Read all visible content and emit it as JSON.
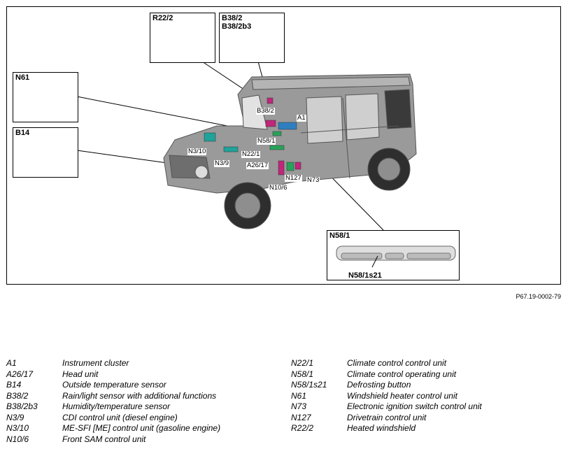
{
  "diagram": {
    "insets": {
      "r22_2": "R22/2",
      "b38_2": "B38/2\nB38/2b3",
      "n61": "N61",
      "b14": "B14",
      "n58_1": "N58/1",
      "n58_1s21": "N58/1s21"
    },
    "callouts": {
      "b38_2": "B38/2",
      "a1": "A1",
      "n58_1": "N58/1",
      "n3_10": "N3/10",
      "n22_1": "N22/1",
      "n3_9": "N3/9",
      "a26_17": "A26/17",
      "n127": "N127",
      "n73": "N73",
      "n10_6": "N10/6"
    },
    "reference": "P67.19-0002-79",
    "colors": {
      "vehicle": "#9a9a9a",
      "teal": "#1fa39a",
      "magenta": "#c0267a",
      "blue": "#2f7fc0",
      "green": "#27a35a"
    }
  },
  "legend": {
    "left": [
      {
        "code": "A1",
        "desc": "Instrument cluster"
      },
      {
        "code": "A26/17",
        "desc": "Head unit"
      },
      {
        "code": "B14",
        "desc": "Outside temperature sensor"
      },
      {
        "code": "B38/2",
        "desc": "Rain/light sensor with additional functions"
      },
      {
        "code": "B38/2b3",
        "desc": "Humidity/temperature sensor"
      },
      {
        "code": "N3/9",
        "desc": "CDI control unit (diesel engine)"
      },
      {
        "code": "N3/10",
        "desc": "ME-SFI [ME] control unit (gasoline engine)"
      },
      {
        "code": "N10/6",
        "desc": "Front SAM control unit"
      }
    ],
    "right": [
      {
        "code": "N22/1",
        "desc": "Climate control control unit"
      },
      {
        "code": "N58/1",
        "desc": "Climate control operating unit"
      },
      {
        "code": "N58/1s21",
        "desc": "Defrosting button"
      },
      {
        "code": "N61",
        "desc": "Windshield heater control unit"
      },
      {
        "code": "N73",
        "desc": "Electronic ignition switch control unit"
      },
      {
        "code": "N127",
        "desc": "Drivetrain control unit"
      },
      {
        "code": "R22/2",
        "desc": "Heated windshield"
      }
    ]
  }
}
